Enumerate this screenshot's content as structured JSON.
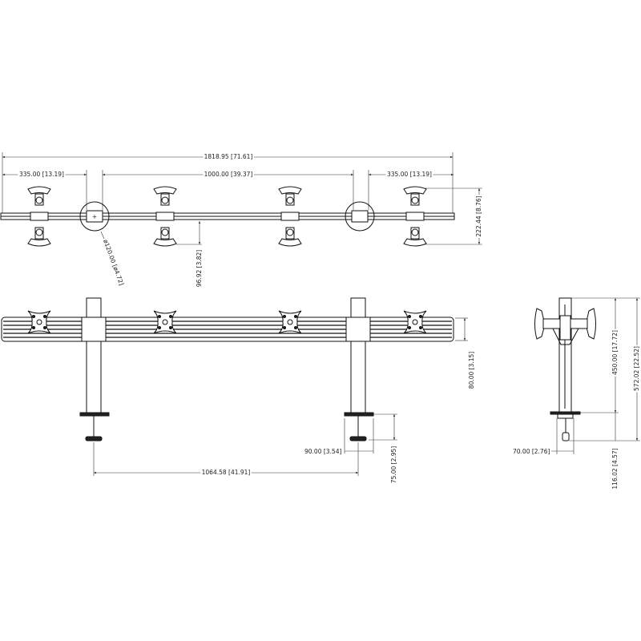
{
  "drawing": {
    "top_view": {
      "overall_width": "1818.95 [71.61]",
      "left_spacing": "335.00 [13.19]",
      "center_spacing": "1000.00 [39.37]",
      "right_spacing": "335.00 [13.19]",
      "mount_height": "222.44 [8.76]",
      "post_diameter": "ø120.00 [ø4.72]",
      "mount_offset": "96.92 [3.82]"
    },
    "front_view": {
      "bar_height": "80.00 [3.15]",
      "clamp_width": "90.00 [3.54]",
      "clamp_depth": "75.00 [2.95]",
      "post_spacing": "1064.58 [41.91]"
    },
    "side_view": {
      "post_height": "450.00 [17.72]",
      "total_height": "572.02 [22.52]",
      "base_width": "70.00 [2.76]",
      "clamp_height": "116.02 [4.57]"
    }
  }
}
